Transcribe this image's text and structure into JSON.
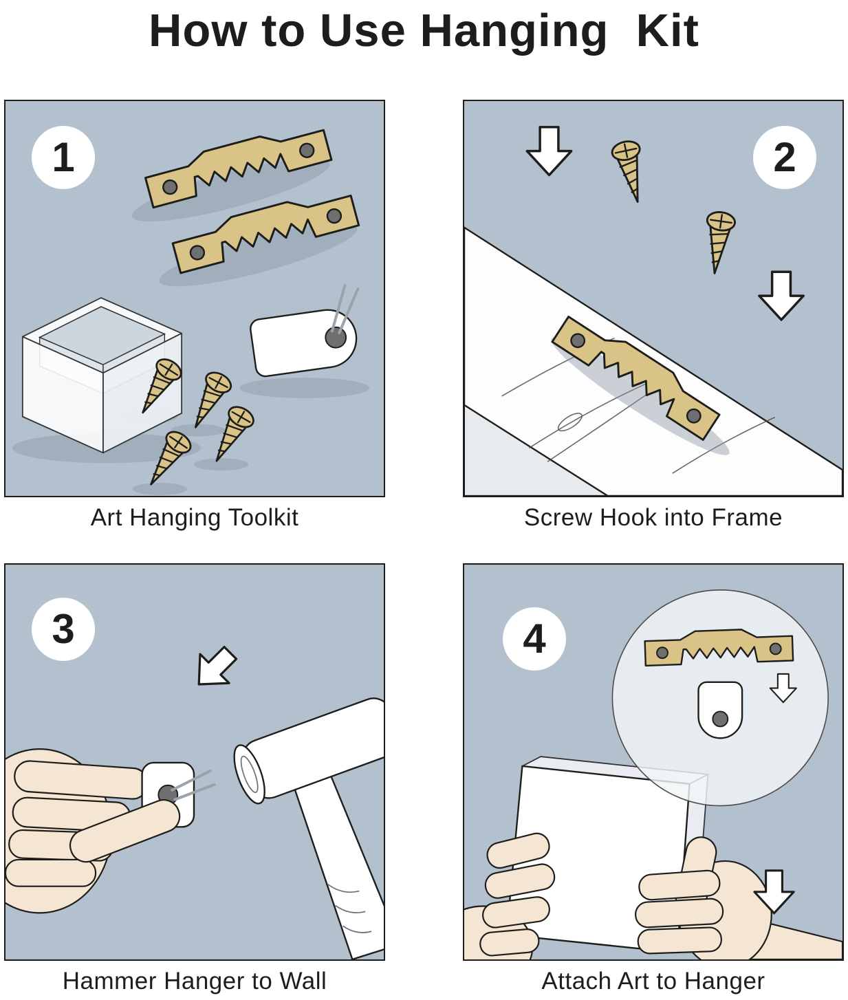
{
  "title": "How to Use Hanging  Kit",
  "steps": [
    {
      "number": "1",
      "caption": "Art Hanging Toolkit",
      "elements": [
        "storage-box",
        "sawtooth-hanger",
        "sawtooth-hanger",
        "wood-screw",
        "wood-screw",
        "wood-screw",
        "wood-screw",
        "wall-hook"
      ]
    },
    {
      "number": "2",
      "caption": "Screw Hook into Frame",
      "elements": [
        "down-arrow",
        "wood-screw",
        "wood-screw",
        "sawtooth-hanger",
        "wood-plank",
        "down-arrow"
      ]
    },
    {
      "number": "3",
      "caption": "Hammer Hanger to Wall",
      "elements": [
        "down-arrow",
        "hand",
        "wall-hook",
        "hammer"
      ]
    },
    {
      "number": "4",
      "caption": "Attach Art to Hanger",
      "elements": [
        "magnifier-detail",
        "sawtooth-hanger",
        "wall-hook",
        "down-arrow",
        "canvas-frame",
        "hand",
        "hand",
        "down-arrow"
      ]
    }
  ],
  "colors": {
    "page_bg": "#ffffff",
    "panel_bg": "#b3c1ce",
    "panel_border": "#1d1d1b",
    "brass": "#d9c387",
    "brass_shadow": "#b09a55",
    "outline": "#1d1d1b",
    "object_white": "#ffffff",
    "skin": "#f4e6d2",
    "shadow": "#8b99a6",
    "hole": "#6f6f6f",
    "text": "#1d1d1b"
  }
}
